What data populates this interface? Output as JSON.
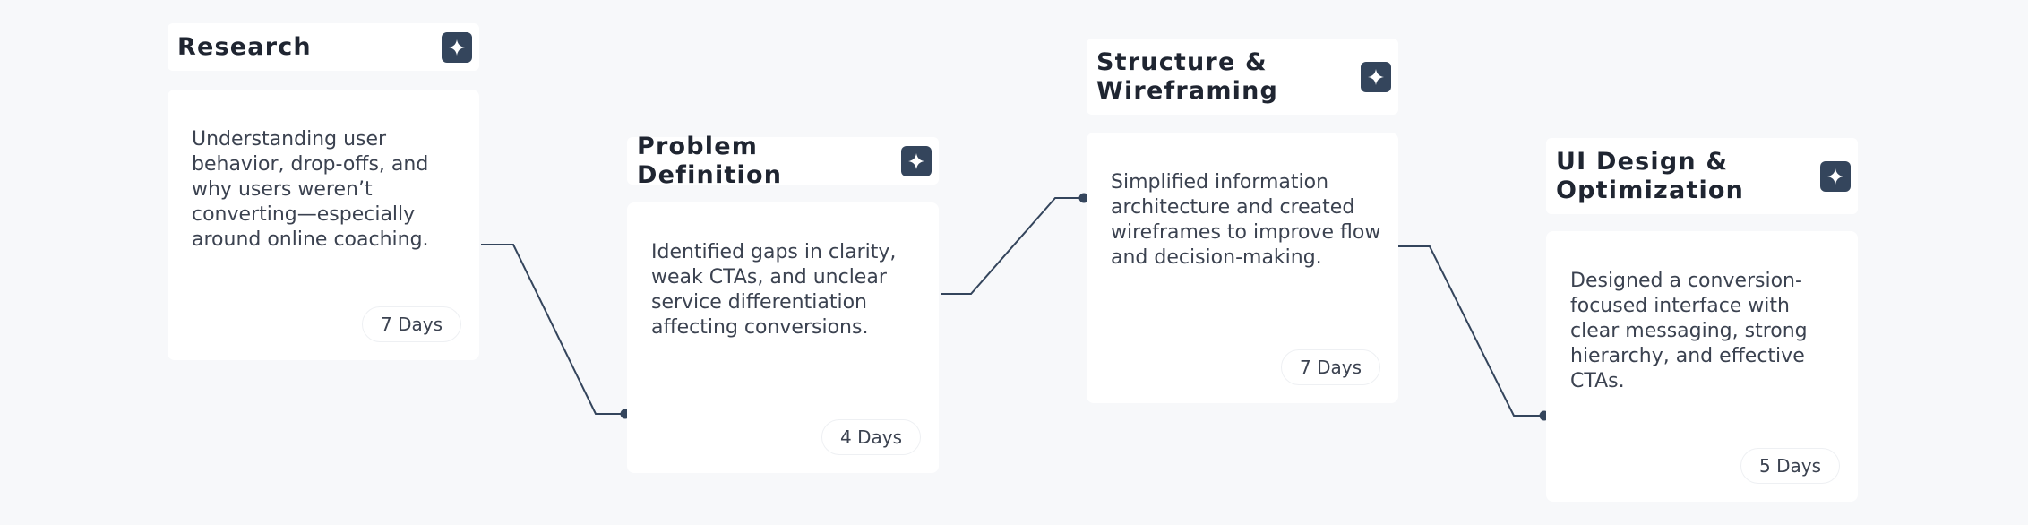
{
  "steps": [
    {
      "title": "Research",
      "description": "Understanding user behavior, drop-offs, and why users weren’t converting—especially around online coaching.",
      "duration": "7 Days",
      "icon": "sparkle-icon"
    },
    {
      "title": "Problem Definition",
      "description": "Identified gaps in clarity, weak CTAs, and unclear service differentiation affecting conversions.",
      "duration": "4 Days",
      "icon": "sparkle-icon"
    },
    {
      "title": "Structure & Wireframing",
      "description": "Simplified information architecture and created wireframes to improve flow and decision-making.",
      "duration": "7 Days",
      "icon": "sparkle-icon"
    },
    {
      "title": "UI Design & Optimization",
      "description": "Designed a conversion-focused interface with clear messaging, strong hierarchy, and effective CTAs.",
      "duration": "5 Days",
      "icon": "sparkle-icon"
    }
  ],
  "colors": {
    "background": "#f7f8fa",
    "card": "#ffffff",
    "accent": "#34455c",
    "connector": "#34455c"
  }
}
